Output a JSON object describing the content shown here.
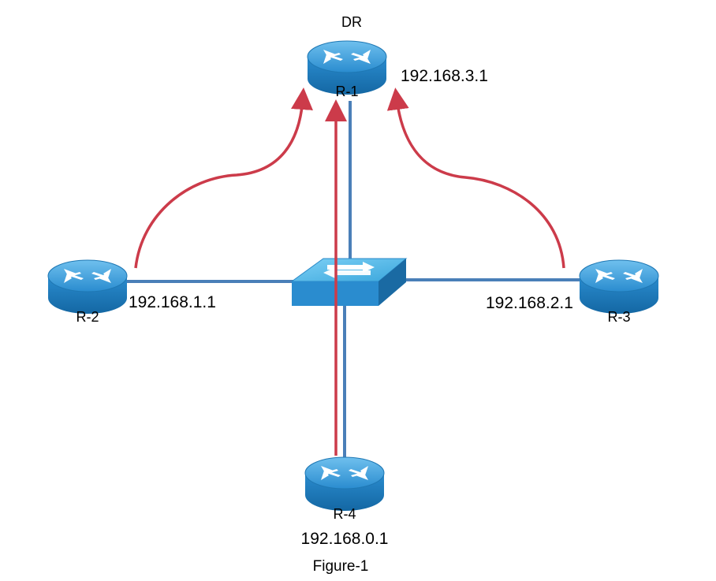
{
  "diagram": {
    "dr_label": "DR",
    "caption": "Figure-1",
    "routers": {
      "r1": {
        "name": "R-1",
        "ip": "192.168.3.1"
      },
      "r2": {
        "name": "R-2",
        "ip": "192.168.1.1"
      },
      "r3": {
        "name": "R-3",
        "ip": "192.168.2.1"
      },
      "r4": {
        "name": "R-4",
        "ip": "192.168.0.1"
      }
    }
  },
  "colors": {
    "link": "#4a7fb8",
    "arrow": "#cc3b4a",
    "device": "#2a8ccf",
    "device_dark": "#1a6aa3"
  },
  "icons": {
    "router": "router-icon",
    "switch": "switch-icon"
  }
}
